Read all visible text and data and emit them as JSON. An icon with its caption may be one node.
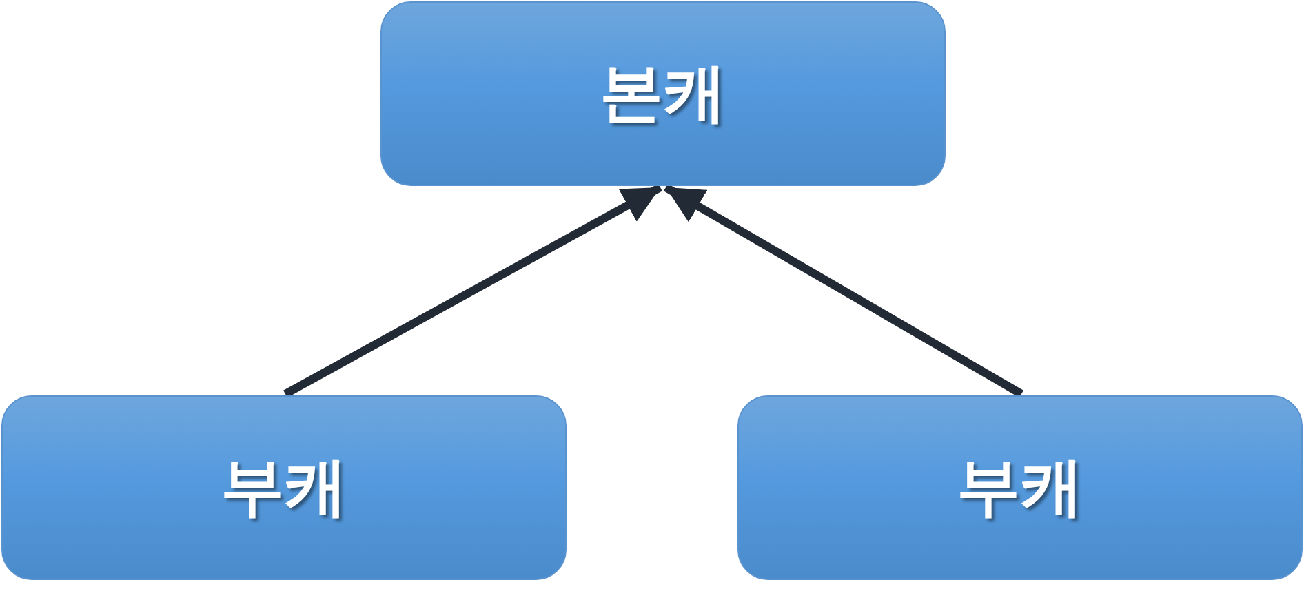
{
  "diagram": {
    "nodes": [
      {
        "text": [
          "본캐"
        ]
      },
      {
        "text": [
          "부캐"
        ]
      },
      {
        "text": [
          "부캐"
        ]
      }
    ],
    "edges": [
      {
        "from": 1,
        "to": 0,
        "arrow": "to"
      },
      {
        "from": 2,
        "to": 0,
        "arrow": "to"
      }
    ]
  }
}
